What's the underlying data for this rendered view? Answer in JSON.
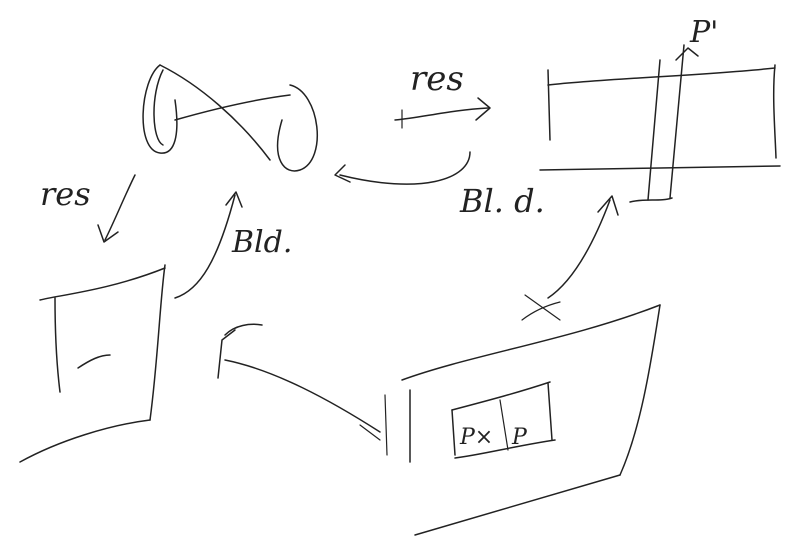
{
  "labels": {
    "res_top": "res",
    "res_left": "res",
    "bld_left": "Bld.",
    "bld_right": "Bl. d.",
    "p_prime": "P'",
    "inner_px": "P×",
    "inner_p": "P"
  },
  "colors": {
    "ink": "#222222",
    "paper": "#ffffff"
  }
}
